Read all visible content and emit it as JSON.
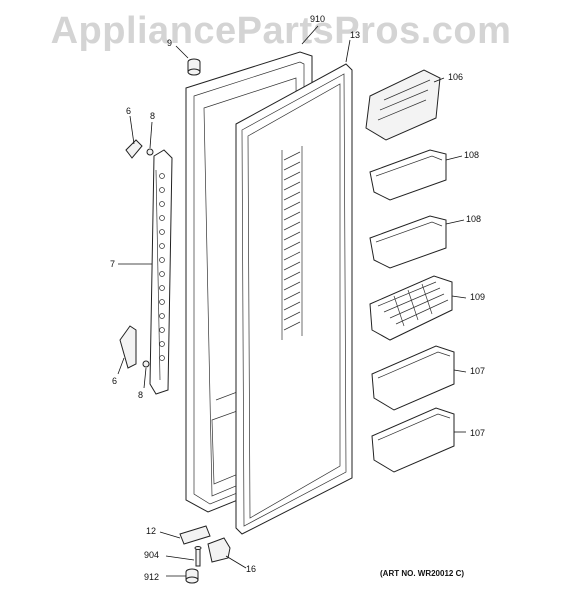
{
  "watermark": "AppliancePartsPros.com",
  "art_number": "(ART NO. WR20012 C)",
  "callouts": {
    "p910": "910",
    "p9": "9",
    "p13": "13",
    "p106": "106",
    "p6a": "6",
    "p8a": "8",
    "p108a": "108",
    "p108b": "108",
    "p7": "7",
    "p109": "109",
    "p6b": "6",
    "p8b": "8",
    "p107a": "107",
    "p107b": "107",
    "p12": "12",
    "p904": "904",
    "p16": "16",
    "p912": "912"
  }
}
